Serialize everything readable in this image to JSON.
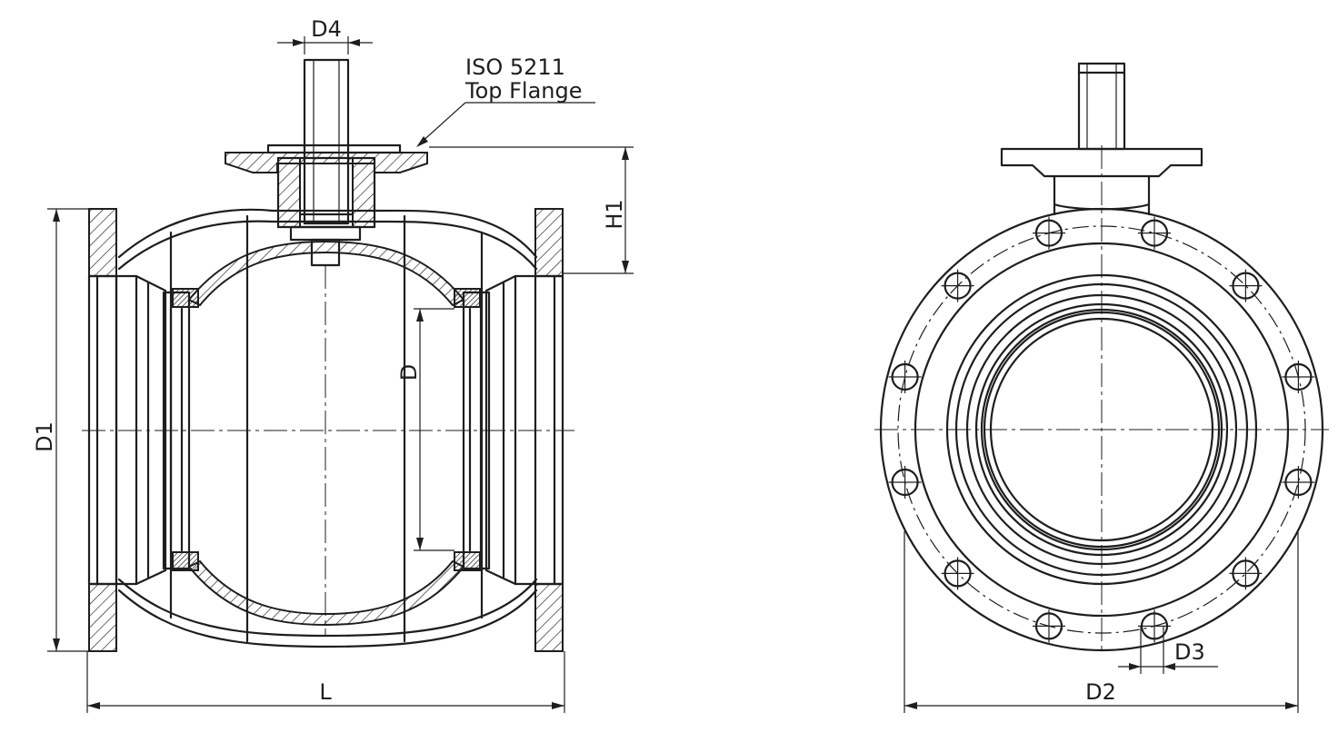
{
  "labels": {
    "d4": "D4",
    "iso_line1": "ISO 5211",
    "iso_line2": "Top Flange",
    "h1": "H1",
    "d": "D",
    "d1": "D1",
    "l": "L",
    "d2": "D2",
    "d3": "D3"
  },
  "colors": {
    "line": "#1e1e1e",
    "background": "#ffffff"
  }
}
